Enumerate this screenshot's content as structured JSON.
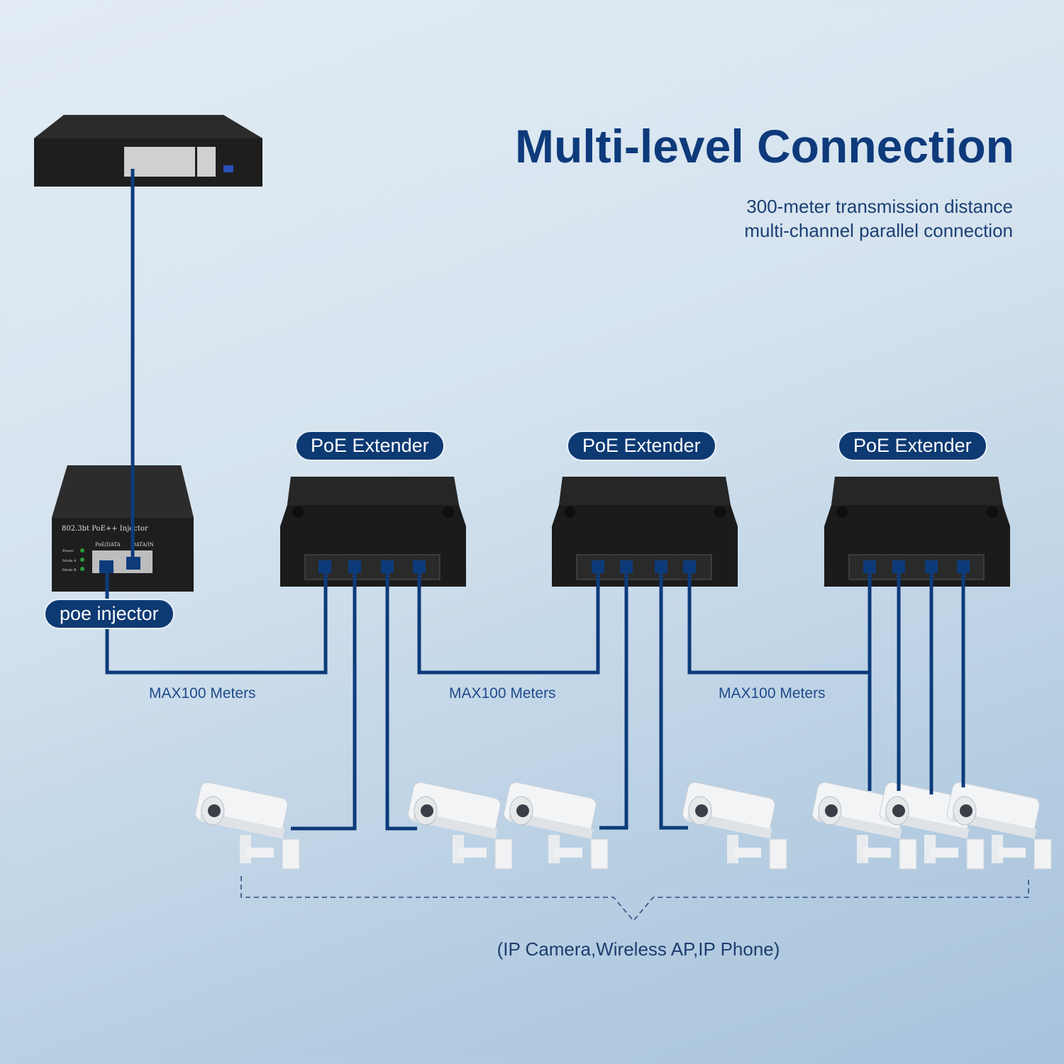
{
  "header": {
    "title": "Multi-level Connection",
    "subtitle_lines": [
      "300-meter transmission distance",
      "multi-channel parallel connection"
    ]
  },
  "devices": {
    "injector_label": "poe injector",
    "injector_face_text": "802.3bt PoE++ Injector",
    "injector_port_labels": [
      "PoE/DATA",
      "DATA/IN"
    ],
    "injector_led_labels": [
      "Power",
      "Mode A",
      "Mode B"
    ],
    "extender_labels": [
      "PoE Extender",
      "PoE Extender",
      "PoE Extender"
    ]
  },
  "distances": [
    "MAX100 Meters",
    "MAX100 Meters",
    "MAX100 Meters"
  ],
  "endpoints_caption": "(IP Camera,Wireless AP,IP Phone)",
  "colors": {
    "cable": "#0d3b7a",
    "title": "#0e3a7b",
    "pill": "#0e3a73",
    "device": "#1c1c1c"
  }
}
